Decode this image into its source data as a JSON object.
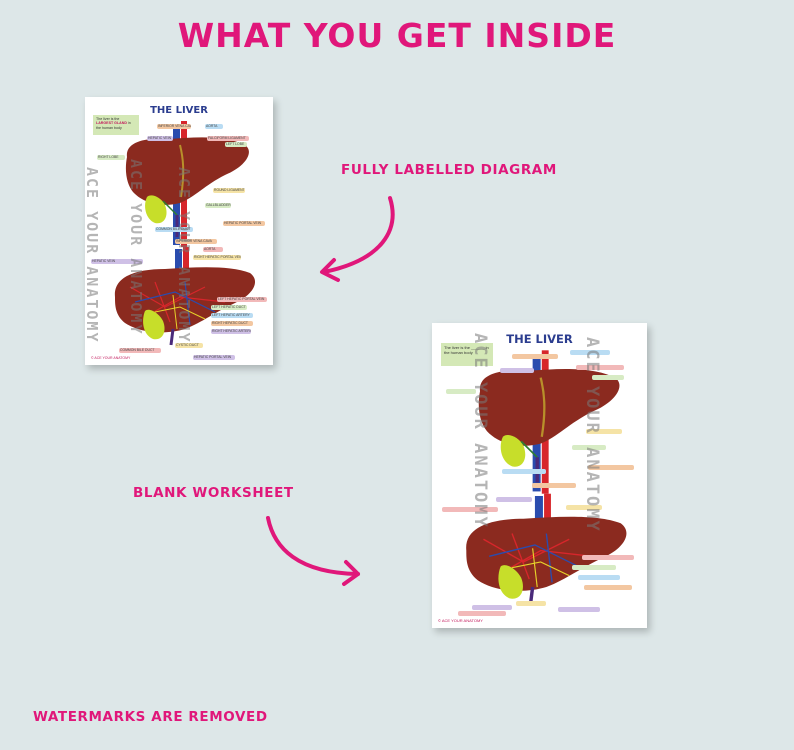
{
  "headline": "WHAT YOU GET INSIDE",
  "captions": {
    "labelled": "FULLY LABELLED DIAGRAM",
    "blank": "BLANK WORKSHEET",
    "watermark_note": "WATERMARKS ARE REMOVED"
  },
  "colors": {
    "background": "#dde7e8",
    "accent": "#e0177a",
    "title": "#2b3d8f",
    "liver": "#8b2a1f",
    "gallbladder": "#c7de2a",
    "vein": "#2a4cae",
    "artery": "#d7262b"
  },
  "labelled_sheet": {
    "title": "THE LIVER",
    "intro": {
      "pre": "The liver is the ",
      "highlight": "LARGEST GLAND",
      "post": " in the human body"
    },
    "watermark": "ACE YOUR ANATOMY",
    "credit": "© ACE YOUR ANATOMY",
    "labels": [
      {
        "text": "INFERIOR VENA CAVA",
        "color": "#f3c7a1"
      },
      {
        "text": "AORTA",
        "color": "#b9dcf3"
      },
      {
        "text": "HEPATIC VEIN",
        "color": "#cfc0e6"
      },
      {
        "text": "FALCIFORM LIGAMENT",
        "color": "#f2b9b9"
      },
      {
        "text": "LEFT LOBE",
        "color": "#d7ebc4"
      },
      {
        "text": "RIGHT LOBE",
        "color": "#d7ebc4"
      },
      {
        "text": "ROUND LIGAMENT",
        "color": "#f5e3a6"
      },
      {
        "text": "GALLBLADDER",
        "color": "#d7ebc4"
      },
      {
        "text": "HEPATIC PORTAL VEIN",
        "color": "#f3c7a1"
      },
      {
        "text": "COMMON BILE DUCT",
        "color": "#b9dcf3"
      },
      {
        "text": "INFERIOR VENA CAVA",
        "color": "#f3c7a1"
      },
      {
        "text": "AORTA",
        "color": "#f2b9b9"
      },
      {
        "text": "RIGHT HEPATIC PORTAL VEIN",
        "color": "#f5e3a6"
      },
      {
        "text": "HEPATIC VEIN",
        "color": "#cfc0e6"
      },
      {
        "text": "LEFT HEPATIC PORTAL VEIN",
        "color": "#f2b9b9"
      },
      {
        "text": "LEFT HEPATIC DUCT",
        "color": "#d7ebc4"
      },
      {
        "text": "LEFT HEPATIC ARTERY",
        "color": "#b9dcf3"
      },
      {
        "text": "RIGHT HEPATIC DUCT",
        "color": "#f3c7a1"
      },
      {
        "text": "RIGHT HEPATIC ARTERY",
        "color": "#cfc0e6"
      },
      {
        "text": "CYSTIC DUCT",
        "color": "#f5e3a6"
      },
      {
        "text": "COMMON BILE DUCT",
        "color": "#f2b9b9"
      },
      {
        "text": "HEPATIC PORTAL VEIN",
        "color": "#cfc0e6"
      }
    ]
  },
  "blank_sheet": {
    "title": "THE LIVER",
    "intro": {
      "pre": "The liver is the ",
      "highlight": "",
      "post": "______ in the human body"
    },
    "watermark": "ACE YOUR ANATOMY",
    "credit": "© ACE YOUR ANATOMY",
    "blank_colors": [
      "#f3c7a1",
      "#b9dcf3",
      "#cfc0e6",
      "#f2b9b9",
      "#d7ebc4",
      "#d7ebc4",
      "#f5e3a6",
      "#d7ebc4",
      "#f3c7a1",
      "#b9dcf3",
      "#f3c7a1",
      "#f2b9b9",
      "#f5e3a6",
      "#cfc0e6",
      "#f2b9b9",
      "#d7ebc4",
      "#b9dcf3",
      "#f3c7a1",
      "#cfc0e6",
      "#f5e3a6",
      "#f2b9b9",
      "#cfc0e6"
    ]
  }
}
